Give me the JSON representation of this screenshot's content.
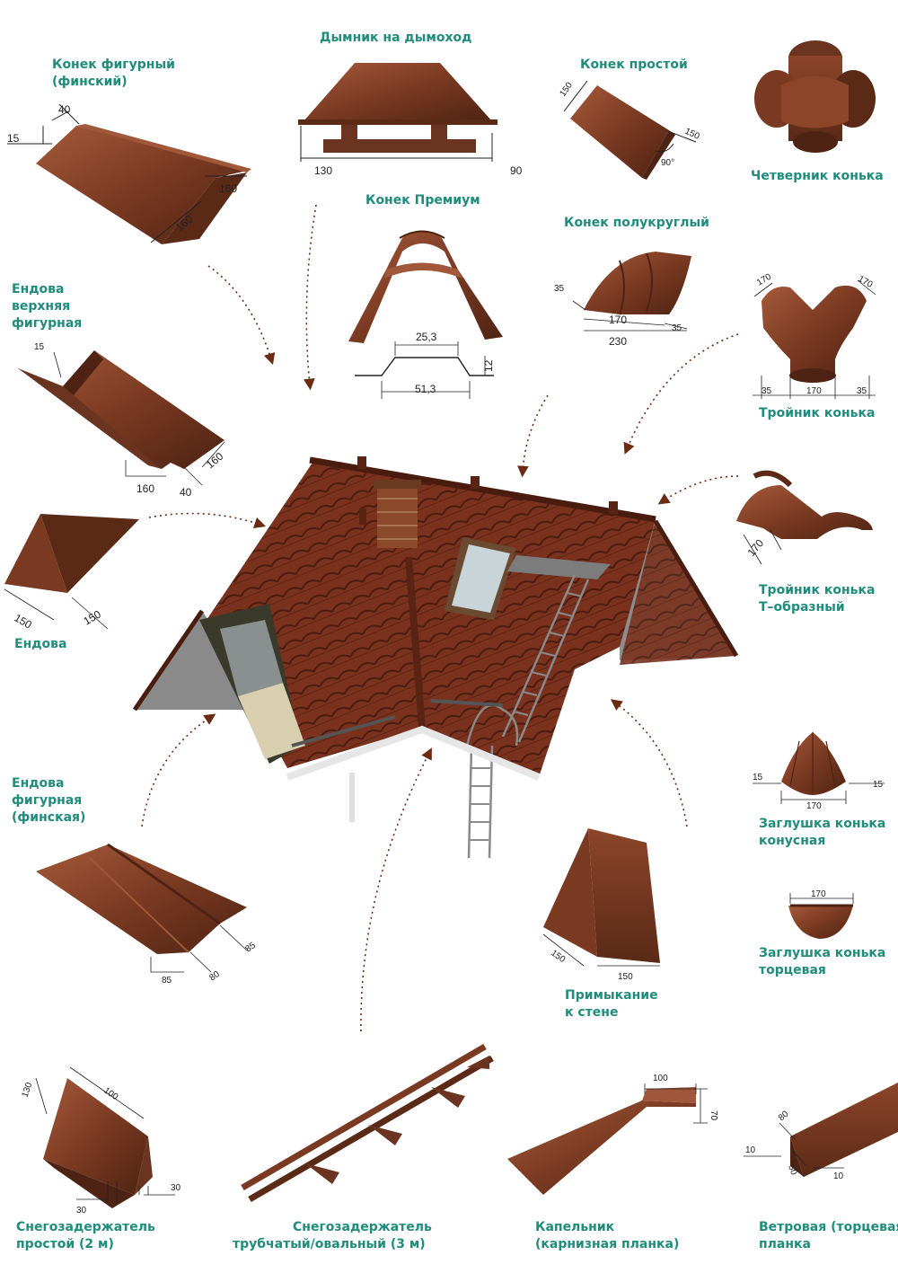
{
  "colors": {
    "label": "#1f8c7c",
    "metal": "#7a3a22",
    "metal_dark": "#4e2313",
    "metal_light": "#a55a3a"
  },
  "labels": {
    "dymnik": "Дымник на дымоход",
    "konek_figurny_1": "Конек фигурный",
    "konek_figurny_2": "(финский)",
    "konek_prostoy": "Конек простой",
    "chetvernik": "Четверник конька",
    "konek_premium": "Конек Премиум",
    "konek_polukrugly": "Конек полукруглый",
    "endova_verh_1": "Ендова",
    "endova_verh_2": "верхняя",
    "endova_verh_3": "фигурная",
    "troynik": "Тройник конька",
    "endova": "Ендова",
    "troynik_t_1": "Тройник конька",
    "troynik_t_2": "Т–образный",
    "endova_fig_1": "Ендова",
    "endova_fig_2": "фигурная",
    "endova_fig_3": "(финская)",
    "zaglushka_kon_1": "Заглушка конька",
    "zaglushka_kon_2": "конусная",
    "zaglushka_tor_1": "Заглушка конька",
    "zaglushka_tor_2": "торцевая",
    "primykanie_1": "Примыкание",
    "primykanie_2": "к стене",
    "snego_prost_1": "Снегозадержатель",
    "snego_prost_2": "простой (2 м)",
    "snego_trub_1": "Снегозадержатель",
    "snego_trub_2": "трубчатый/овальный (3 м)",
    "kapelnik_1": "Капельник",
    "kapelnik_2": "(карнизная планка)",
    "vetrovaya_1": "Ветровая (торцевая)",
    "vetrovaya_2": "планка"
  },
  "dims": {
    "kf_40": "40",
    "kf_15": "15",
    "kf_160a": "160",
    "kf_160b": "160",
    "dym_130": "130",
    "dym_90": "90",
    "kp_150a": "150",
    "kp_150b": "150",
    "kp_90": "90°",
    "pr_253": "25,3",
    "pr_12": "12",
    "pr_513": "51,3",
    "pk_35a": "35",
    "pk_170": "170",
    "pk_35b": "35",
    "pk_230": "230",
    "ev_15": "15",
    "ev_160a": "160",
    "ev_160b": "160",
    "ev_40": "40",
    "tr_170a": "170",
    "tr_170b": "170",
    "tr_35a": "35",
    "tr_170c": "170",
    "tr_35b": "35",
    "en_150a": "150",
    "en_150b": "150",
    "tt_170": "170",
    "ef_85a": "85",
    "ef_85b": "85",
    "ef_80": "80",
    "zk_15a": "15",
    "zk_170": "170",
    "zk_15b": "15",
    "zt_170": "170",
    "pm_150a": "150",
    "pm_150b": "150",
    "sp_130": "130",
    "sp_100": "100",
    "sp_30a": "30",
    "sp_30b": "30",
    "ka_100": "100",
    "ka_70": "70",
    "vt_80": "80",
    "vt_10a": "10",
    "vt_50": "50",
    "vt_10b": "10"
  }
}
